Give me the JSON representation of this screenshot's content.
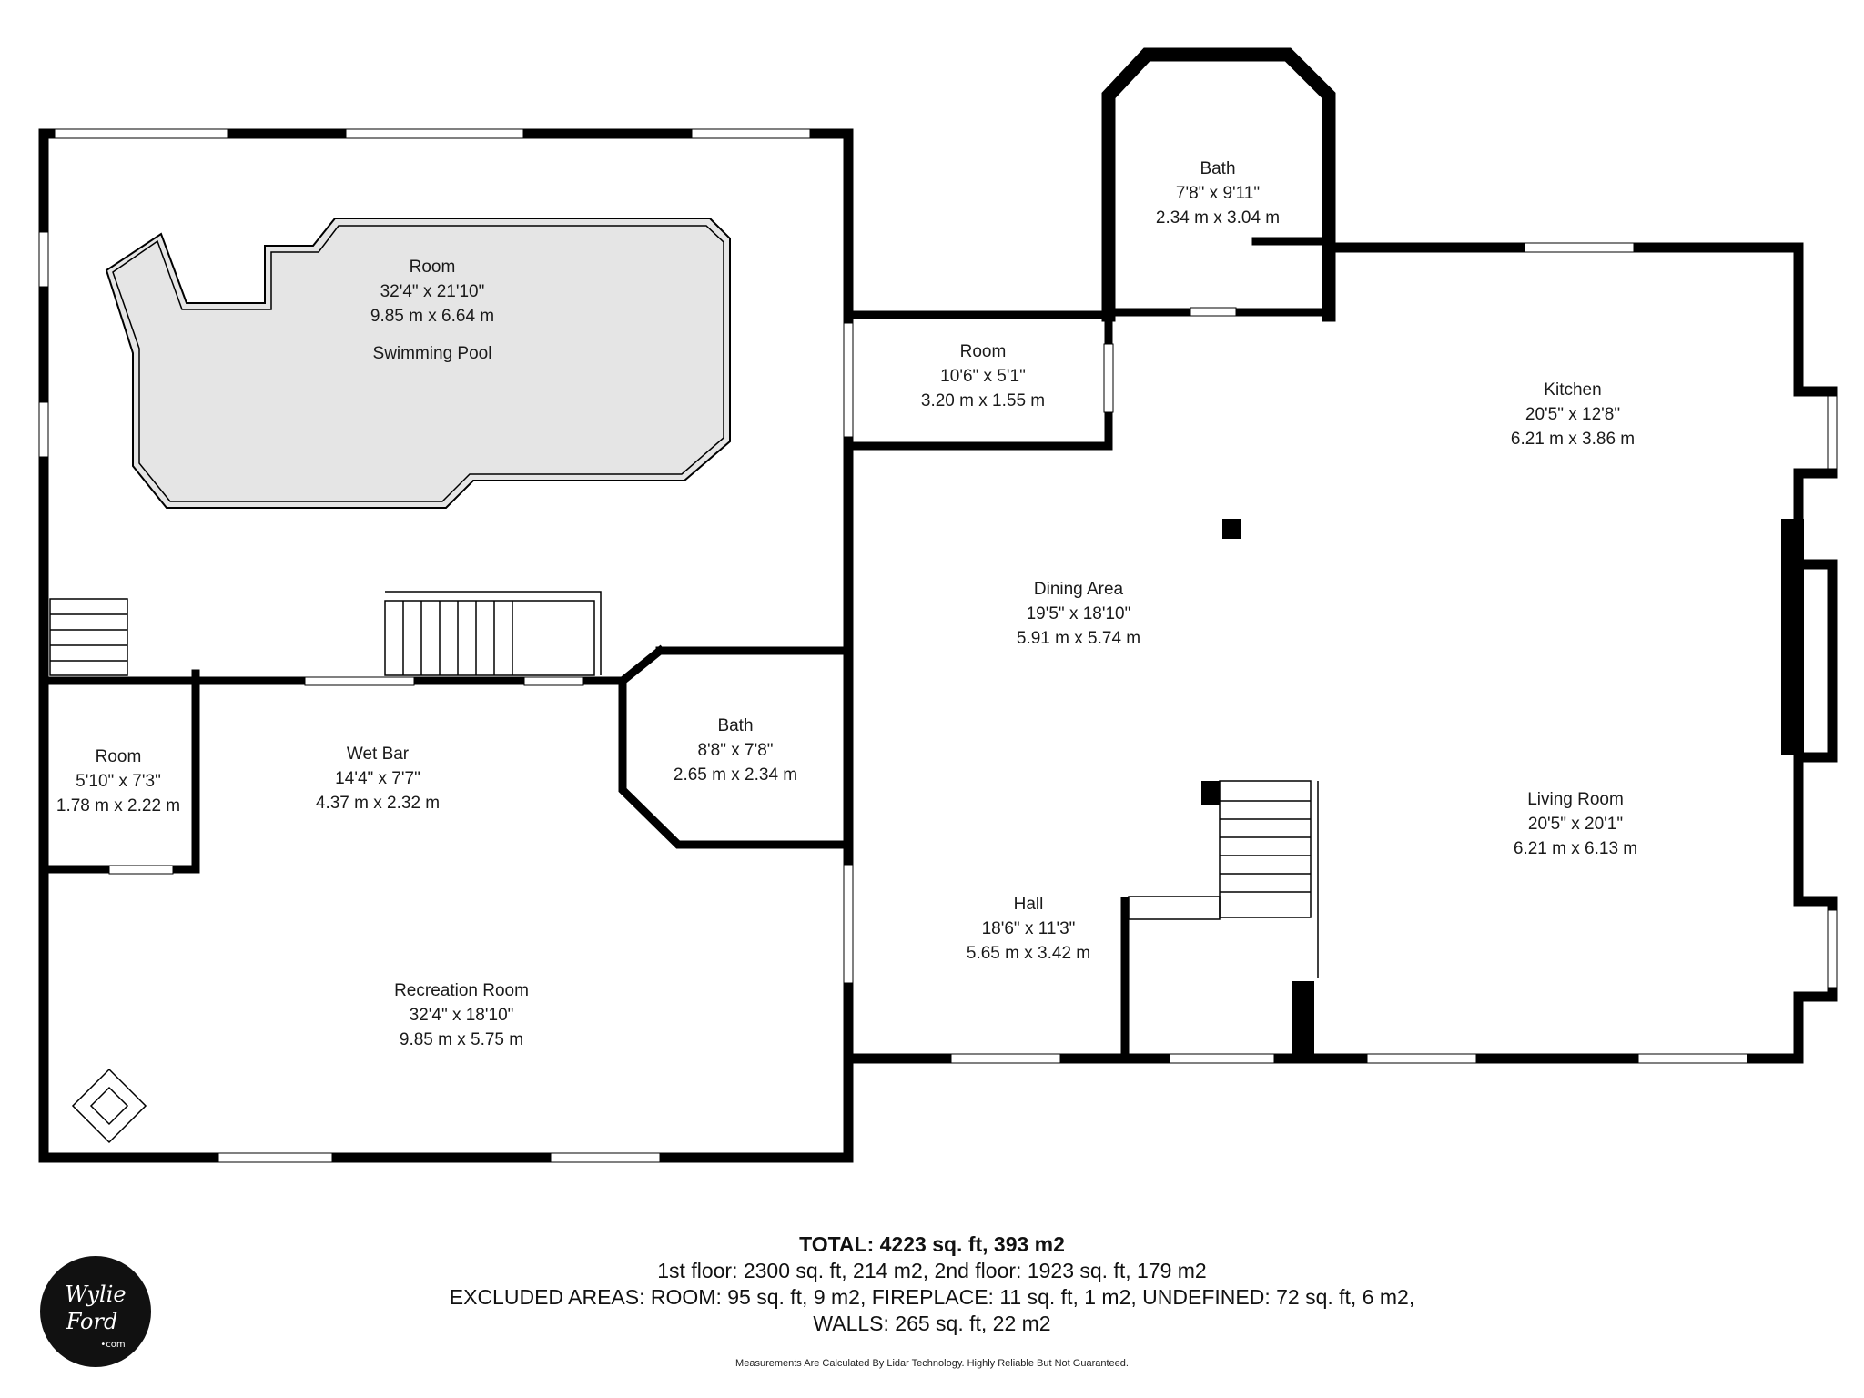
{
  "rooms": {
    "pool_room": {
      "name": "Room",
      "imperial": "32'4\" x 21'10\"",
      "metric": "9.85 m x 6.64 m",
      "feature": "Swimming Pool"
    },
    "bath_top": {
      "name": "Bath",
      "imperial": "7'8\" x 9'11\"",
      "metric": "2.34 m x 3.04 m"
    },
    "small_room": {
      "name": "Room",
      "imperial": "10'6\" x 5'1\"",
      "metric": "3.20 m x 1.55 m"
    },
    "kitchen": {
      "name": "Kitchen",
      "imperial": "20'5\" x 12'8\"",
      "metric": "6.21 m x 3.86 m"
    },
    "dining": {
      "name": "Dining Area",
      "imperial": "19'5\" x 18'10\"",
      "metric": "5.91 m x 5.74 m"
    },
    "bath_mid": {
      "name": "Bath",
      "imperial": "8'8\" x 7'8\"",
      "metric": "2.65 m x 2.34 m"
    },
    "room_left": {
      "name": "Room",
      "imperial": "5'10\" x 7'3\"",
      "metric": "1.78 m x 2.22 m"
    },
    "wet_bar": {
      "name": "Wet Bar",
      "imperial": "14'4\" x 7'7\"",
      "metric": "4.37 m x 2.32 m"
    },
    "living": {
      "name": "Living Room",
      "imperial": "20'5\" x 20'1\"",
      "metric": "6.21 m x 6.13 m"
    },
    "hall": {
      "name": "Hall",
      "imperial": "18'6\" x 11'3\"",
      "metric": "5.65 m x 3.42 m"
    },
    "recreation": {
      "name": "Recreation Room",
      "imperial": "32'4\" x 18'10\"",
      "metric": "9.85 m x 5.75 m"
    }
  },
  "summary": {
    "total": "TOTAL: 4223 sq. ft, 393 m2",
    "floors": "1st floor: 2300 sq. ft, 214 m2, 2nd floor: 1923 sq. ft, 179 m2",
    "excluded": "EXCLUDED AREAS: ROOM: 95 sq. ft, 9 m2, FIREPLACE: 11 sq. ft, 1 m2, UNDEFINED: 72 sq. ft, 6 m2,",
    "walls": "WALLS: 265 sq. ft, 22 m2"
  },
  "disclaimer": "Measurements Are Calculated By Lidar Technology. Highly Reliable But Not Guaranteed.",
  "logo": {
    "line1": "Wylie",
    "line2": "Ford",
    "line3": "•com"
  },
  "colors": {
    "wall": "#000000",
    "pool_fill": "#e5e5e5",
    "background": "#ffffff"
  }
}
